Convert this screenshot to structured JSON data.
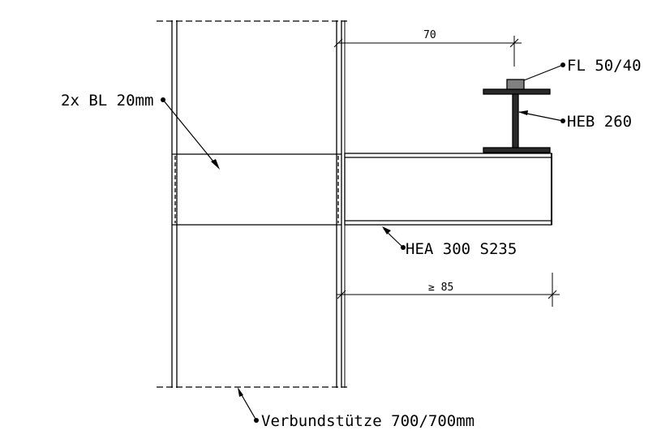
{
  "labels": {
    "plates": "2x BL 20mm",
    "flat_bar": "FL 50/40",
    "secondary_beam": "HEB 260",
    "main_beam": "HEA 300 S235",
    "column": "Verbundstütze 700/700mm"
  },
  "dimensions": {
    "top": "70",
    "bottom": "≥ 85"
  }
}
